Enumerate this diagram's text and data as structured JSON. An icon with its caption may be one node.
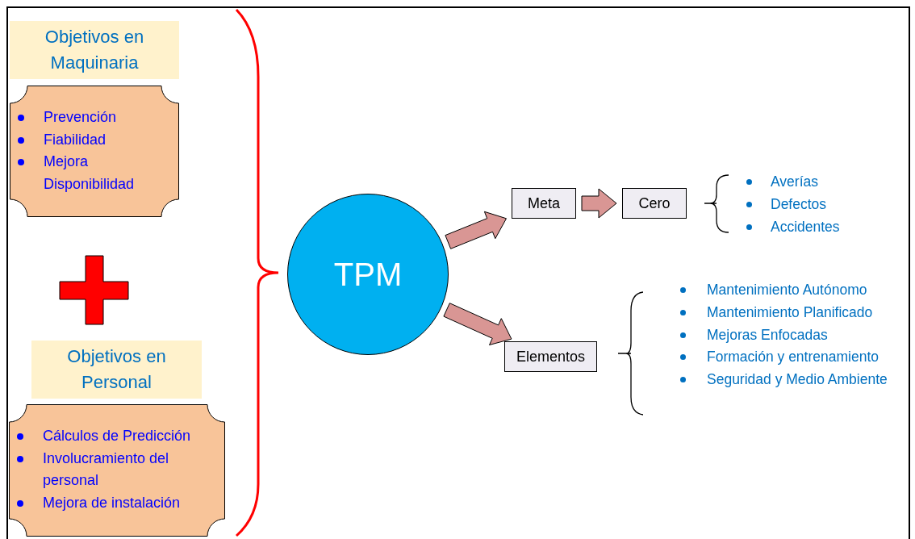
{
  "diagram": {
    "nodes": [
      {
        "text": [
          "Objetivos en Maquinaria"
        ]
      },
      {
        "text": [
          "Prevención",
          "Fiabilidad",
          "Mejora Disponibilidad"
        ]
      },
      {
        "text": [
          "Objetivos en Personal"
        ]
      },
      {
        "text": [
          "Cálculos de Predicción",
          "Involucramiento del personal",
          "Mejora de instalación"
        ]
      },
      {
        "text": [
          "TPM"
        ]
      },
      {
        "text": [
          "Meta"
        ]
      },
      {
        "text": [
          "Cero"
        ]
      },
      {
        "text": [
          "Elementos"
        ]
      }
    ],
    "edges": [
      {
        "from": 4,
        "to": 5,
        "arrow": "to"
      },
      {
        "from": 5,
        "to": 6,
        "arrow": "to"
      },
      {
        "from": 4,
        "to": 7,
        "arrow": "to"
      }
    ],
    "labels": [
      "Averías",
      "Defectos",
      "Accidentes",
      "Mantenimiento Autónomo",
      "Mantenimiento Planificado",
      "Mejoras Enfocadas",
      "Formación y entrenamiento",
      "Seguridad y Medio Ambiente"
    ]
  }
}
